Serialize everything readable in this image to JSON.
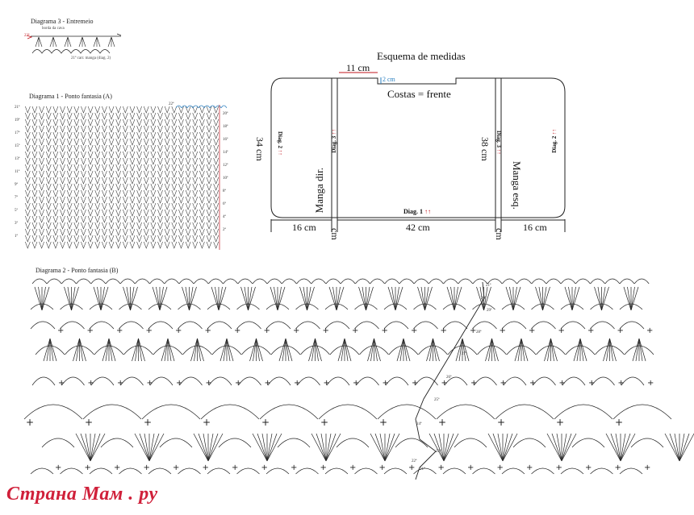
{
  "diagram3": {
    "title": "Diagrama 3 - Entremeio",
    "label_top": "borda da cava",
    "label_bottom": "21ª carr. manga (diag. 2)",
    "row_top": "22ª"
  },
  "diagram1": {
    "title": "Diagrama 1 - Ponto fantasia (A)",
    "rows_left": [
      "21ª",
      "19ª",
      "17ª",
      "15ª",
      "13ª",
      "11ª",
      "9ª",
      "7ª",
      "5ª",
      "3ª",
      "1ª"
    ],
    "rows_right": [
      "20ª",
      "18ª",
      "16ª",
      "14ª",
      "12ª",
      "10ª",
      "8ª",
      "6ª",
      "4ª",
      "2ª"
    ],
    "top_row": "22ª"
  },
  "schema": {
    "title": "Esquema de medidas",
    "neck_width": "11 cm",
    "neck_depth": "2 cm",
    "body_label": "Costas = frente",
    "height_left": "34 cm",
    "height_right": "38 cm",
    "sleeve_left": "Manga dir.",
    "sleeve_right": "Manga esq.",
    "diag2": "Diag. 2",
    "diag3": "Diag. 3",
    "diag1": "Diag. 1",
    "arrows": "↑↑",
    "bottom_left": "16 cm",
    "bottom_mid": "42 cm",
    "bottom_right": "16 cm",
    "strip_left": "cm",
    "strip_right": "cm"
  },
  "diagram2": {
    "title": "Diagrama 2 - Ponto fantasia (B)",
    "row_labels": [
      "21ª",
      "20ª",
      "29ª",
      "28ª",
      "27ª",
      "26ª",
      "25ª",
      "24ª",
      "23ª",
      "22ª",
      "31ª"
    ]
  },
  "watermark": {
    "text": "Страна Мам . ру",
    "color": "#d0203a"
  },
  "colors": {
    "ink": "#222222",
    "red": "#c0141c",
    "blue": "#2a7fc0"
  }
}
